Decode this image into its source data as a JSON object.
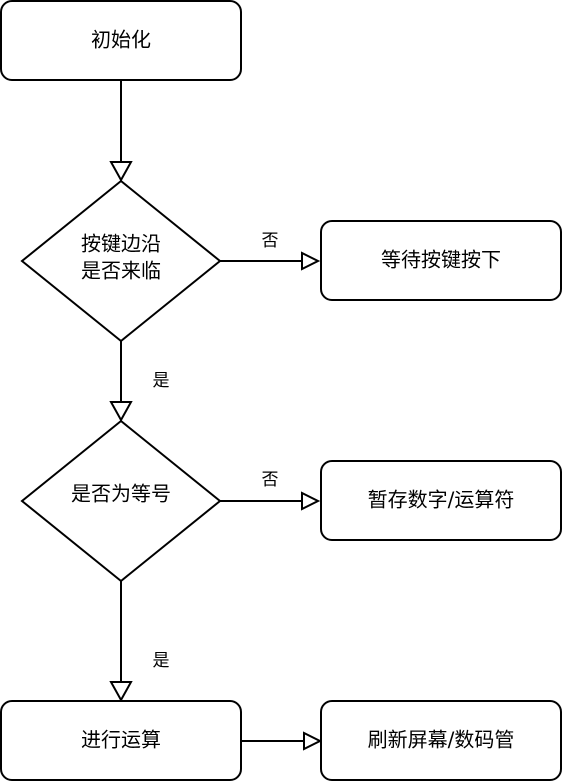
{
  "nodes": {
    "init": {
      "label": "初始化"
    },
    "edge_check": {
      "line1": "按键边沿",
      "line2": "是否来临"
    },
    "wait_press": {
      "label": "等待按键按下"
    },
    "equal_check": {
      "label": "是否为等号"
    },
    "store": {
      "label": "暂存数字/运算符"
    },
    "compute": {
      "label": "进行运算"
    },
    "refresh": {
      "label": "刷新屏幕/数码管"
    }
  },
  "edges": {
    "edge_no": "否",
    "edge_yes": "是",
    "equal_no": "否",
    "equal_yes": "是"
  },
  "colors": {
    "stroke": "#000000",
    "fill": "#ffffff"
  }
}
